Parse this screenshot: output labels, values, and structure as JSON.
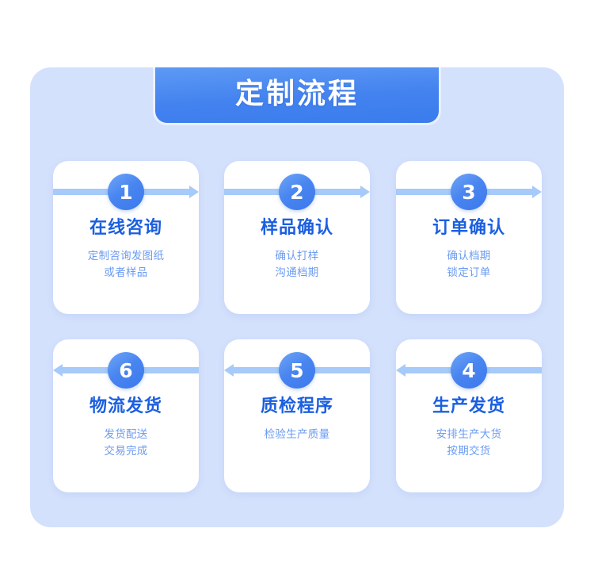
{
  "banner": {
    "title": "定制流程",
    "accent_color": "#4382ef",
    "panel_color": "#d4e1fc"
  },
  "flow": {
    "arrow_color": "#a6caf9",
    "rows": [
      {
        "direction": "right"
      },
      {
        "direction": "left"
      }
    ]
  },
  "steps": [
    {
      "number": "1",
      "title": "在线咨询",
      "desc_lines": [
        "定制咨询发图纸",
        "或者样品"
      ]
    },
    {
      "number": "2",
      "title": "样品确认",
      "desc_lines": [
        "确认打样",
        "沟通档期"
      ]
    },
    {
      "number": "3",
      "title": "订单确认",
      "desc_lines": [
        "确认档期",
        "锁定订单"
      ]
    },
    {
      "number": "6",
      "title": "物流发货",
      "desc_lines": [
        "发货配送",
        "交易完成"
      ]
    },
    {
      "number": "5",
      "title": "质检程序",
      "desc_lines": [
        "检验生产质量"
      ]
    },
    {
      "number": "4",
      "title": "生产发货",
      "desc_lines": [
        "安排生产大货",
        "按期交货"
      ]
    }
  ]
}
